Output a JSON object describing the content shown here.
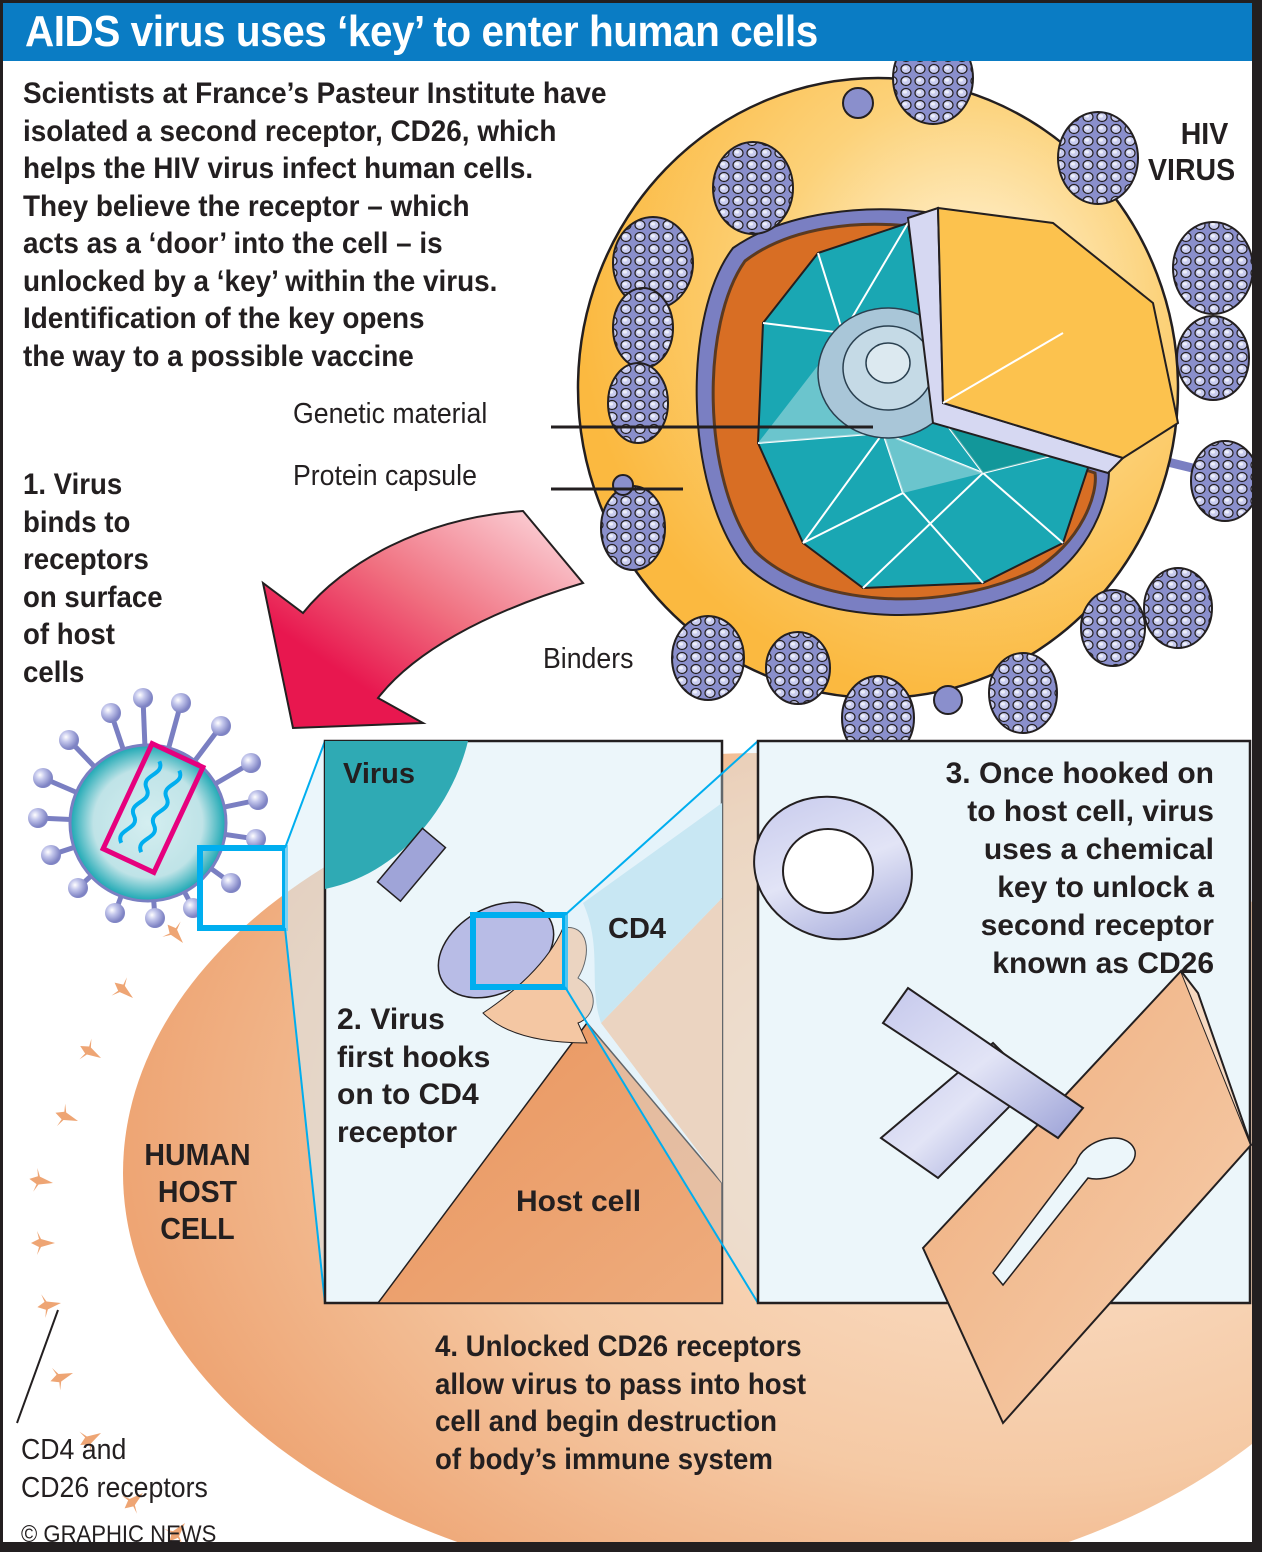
{
  "title": "AIDS virus uses ‘key’ to enter human cells",
  "intro_lines": [
    "Scientists at France’s Pasteur Institute have",
    "isolated a second receptor, CD26, which",
    "helps the HIV virus infect human cells.",
    "They believe the receptor – which",
    "acts as a ‘door’ into the cell – is",
    "unlocked by a ‘key’ within the virus.",
    "Identification of the key opens",
    "the way to a possible vaccine"
  ],
  "virus_label": [
    "HIV",
    "VIRUS"
  ],
  "callouts": {
    "genetic_material": "Genetic material",
    "protein_capsule": "Protein capsule",
    "binders": "Binders"
  },
  "step1": [
    "1. Virus",
    "binds to",
    "receptors",
    "on surface",
    "of host",
    "cells"
  ],
  "panel1": {
    "virus": "Virus",
    "cd4": "CD4",
    "host_cell": "Host cell",
    "step2": [
      "2. Virus",
      "first hooks",
      "on to CD4",
      "receptor"
    ]
  },
  "panel2": {
    "step3": [
      "3. Once hooked on",
      "to host cell, virus",
      "uses a chemical",
      "key to unlock a",
      "second receptor",
      "known as CD26"
    ]
  },
  "host_cell_label": [
    "HUMAN",
    "HOST",
    "CELL"
  ],
  "step4": [
    "4. Unlocked CD26 receptors",
    "allow virus to pass into host",
    "cell and begin destruction",
    "of body’s immune system"
  ],
  "receptors_label": [
    "CD4 and",
    "CD26 receptors"
  ],
  "credit": "© GRAPHIC NEWS",
  "colors": {
    "header_blue": "#0a7cc4",
    "envelope_yellow": "#fbbf4a",
    "capsid_teal": "#1aa7b3",
    "binder_purple": "#8a8fcc",
    "arrow_red": "#e8174f",
    "host_cell_orange": "#eea574",
    "highlight_cyan": "#00aeef",
    "rna_pink": "#e6007e"
  }
}
